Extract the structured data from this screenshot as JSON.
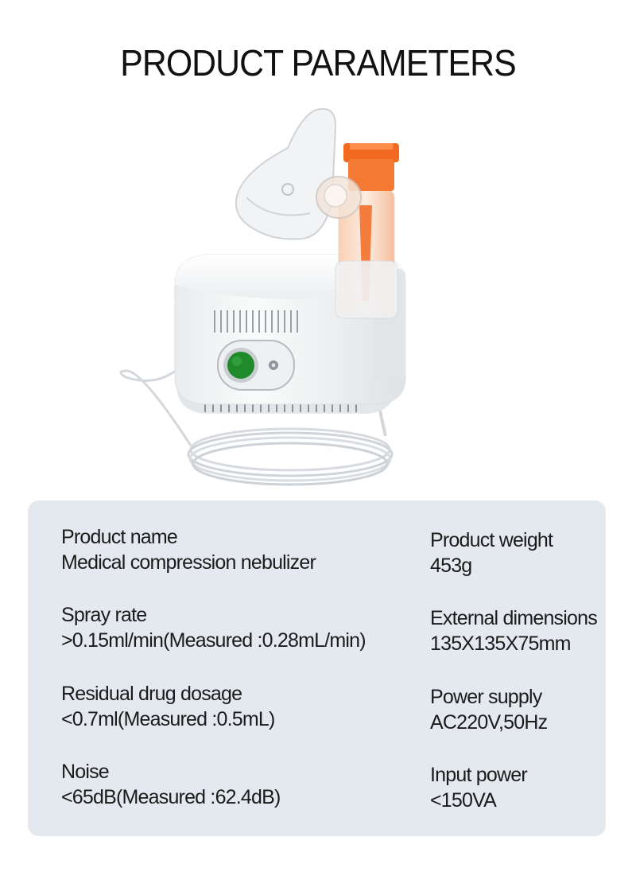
{
  "page": {
    "title": "PRODUCT PARAMETERS"
  },
  "product_image": {
    "icon": "nebulizer-illustration",
    "colors": {
      "body": "#f4f5f6",
      "cup": "#f26a21",
      "button": "#1e8a2a",
      "panel": "#e3e9ee"
    }
  },
  "specs": {
    "left": [
      {
        "label": "Product name",
        "value": "Medical compression nebulizer"
      },
      {
        "label": "Spray rate",
        "value": ">0.15ml/min(Measured :0.28mL/min)"
      },
      {
        "label": "Residual drug dosage",
        "value": "<0.7ml(Measured :0.5mL)"
      },
      {
        "label": "Noise",
        "value": "<65dB(Measured :62.4dB)"
      }
    ],
    "right": [
      {
        "label": "Product weight",
        "value": "453g"
      },
      {
        "label": "External dimensions",
        "value": "135X135X75mm"
      },
      {
        "label": "Power supply",
        "value": "AC220V,50Hz"
      },
      {
        "label": "Input power",
        "value": "<150VA"
      }
    ]
  }
}
